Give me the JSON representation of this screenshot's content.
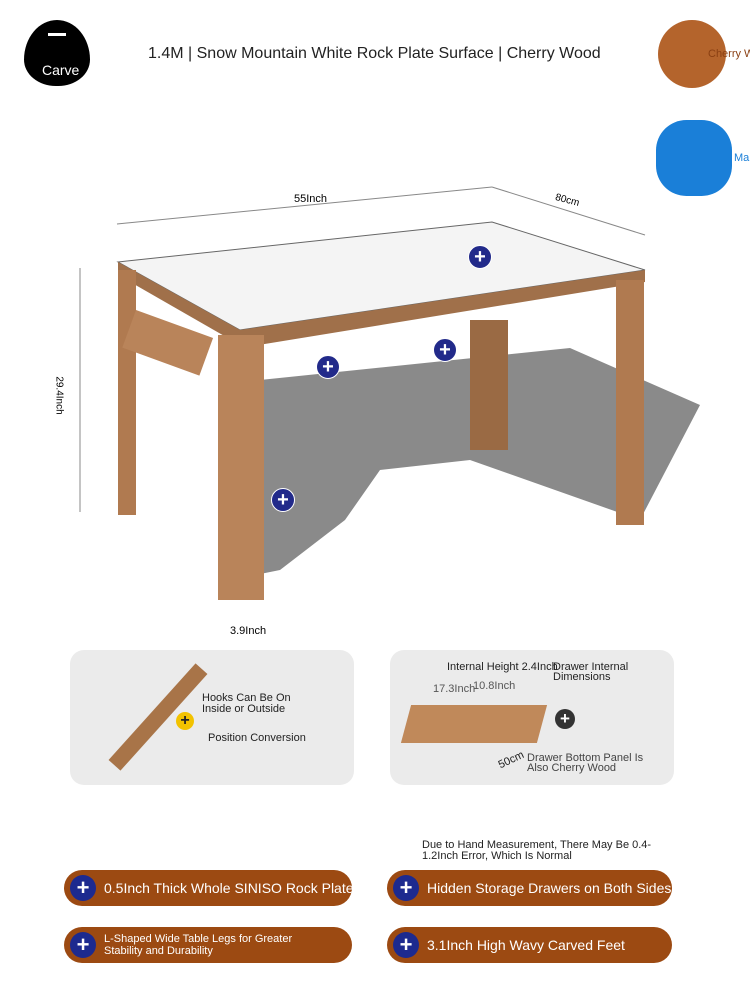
{
  "header": {
    "title": "1.4M | Snow Mountain White Rock Plate Surface | Cherry Wood",
    "badge": "Carve"
  },
  "options": {
    "wood": "Cherry Wood",
    "blue": "Ma",
    "colors": {
      "wood": "#b4642c",
      "blue": "#1a7fd8"
    }
  },
  "dimensions": {
    "length": "55Inch",
    "depth": "80cm",
    "height": "29.4Inch",
    "leg": "3.9Inch"
  },
  "hooks_card": {
    "title": "Hooks Can Be On Inside or Outside",
    "sub": "Position Conversion"
  },
  "drawer_card": {
    "internal_height": "Internal Height 2.4Inch",
    "title": "Drawer Internal Dimensions",
    "w1": "17.3Inch",
    "w2": "10.8Inch",
    "depth": "50cm",
    "bottom": "Drawer Bottom Panel Is Also Cherry Wood"
  },
  "note": "Due to Hand Measurement, There May Be 0.4-1.2Inch Error, Which Is Normal",
  "features": [
    "0.5Inch Thick Whole SINISO Rock Plate",
    "Hidden Storage Drawers on Both Sides",
    "L-Shaped Wide Table Legs for Greater Stability and Durability",
    "3.1Inch High Wavy Carved Feet"
  ]
}
